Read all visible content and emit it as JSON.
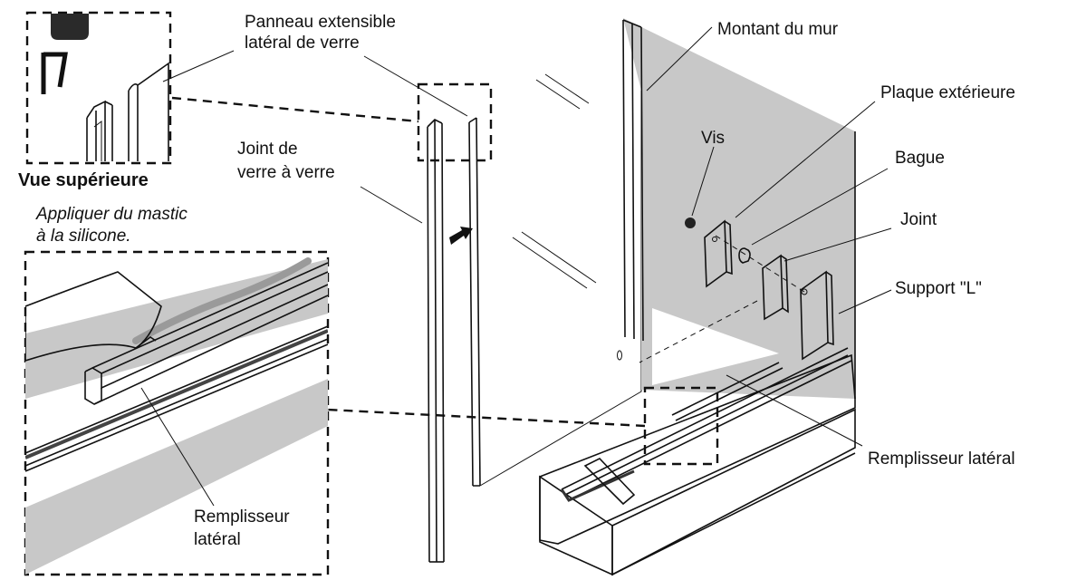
{
  "labels": {
    "panneau_line1": "Panneau extensible",
    "panneau_line2": "latéral de verre",
    "vue_superieure": "Vue supérieure",
    "joint_verre_line1": "Joint de",
    "joint_verre_line2": "verre à verre",
    "appliquer_line1": "Appliquer du mastic",
    "appliquer_line2": "à la silicone.",
    "montant": "Montant du mur",
    "plaque": "Plaque extérieure",
    "vis": "Vis",
    "bague": "Bague",
    "joint": "Joint",
    "support": "Support \"L\"",
    "remplisseur_right": "Remplisseur latéral",
    "remplisseur_inset_line1": "Remplisseur",
    "remplisseur_inset_line2": "latéral"
  },
  "colors": {
    "wall_gray": "#c8c8c8",
    "dark_gray": "#8a8a8a",
    "ink": "#111111"
  }
}
